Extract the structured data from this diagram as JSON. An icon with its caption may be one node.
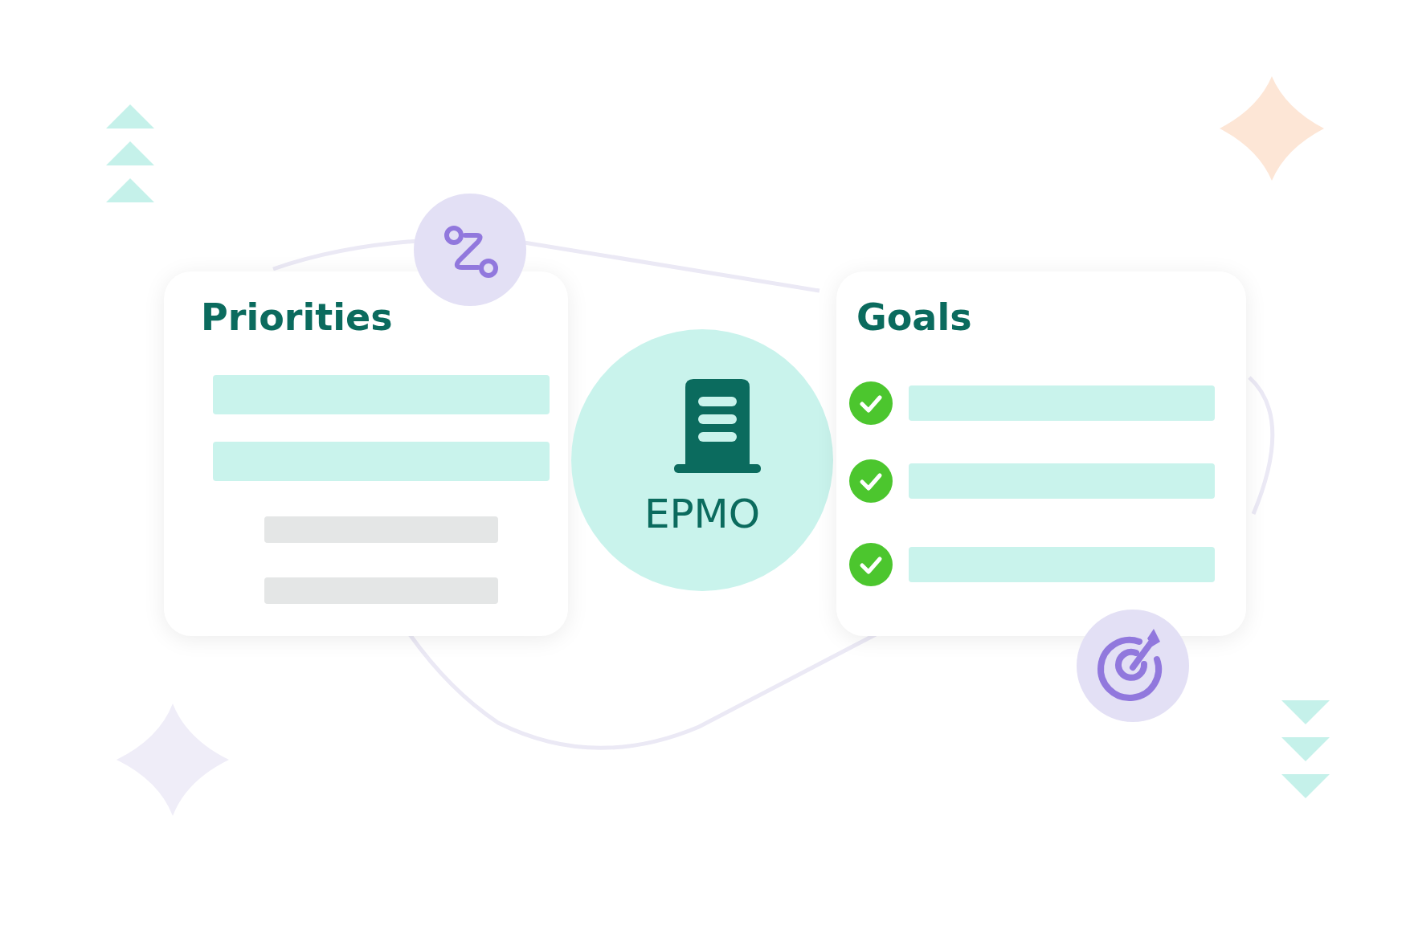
{
  "diagram": {
    "nodes": [
      {
        "text": [
          "Priorities"
        ]
      },
      {
        "text": [
          "EPMO"
        ]
      },
      {
        "text": [
          "Goals"
        ]
      }
    ]
  }
}
